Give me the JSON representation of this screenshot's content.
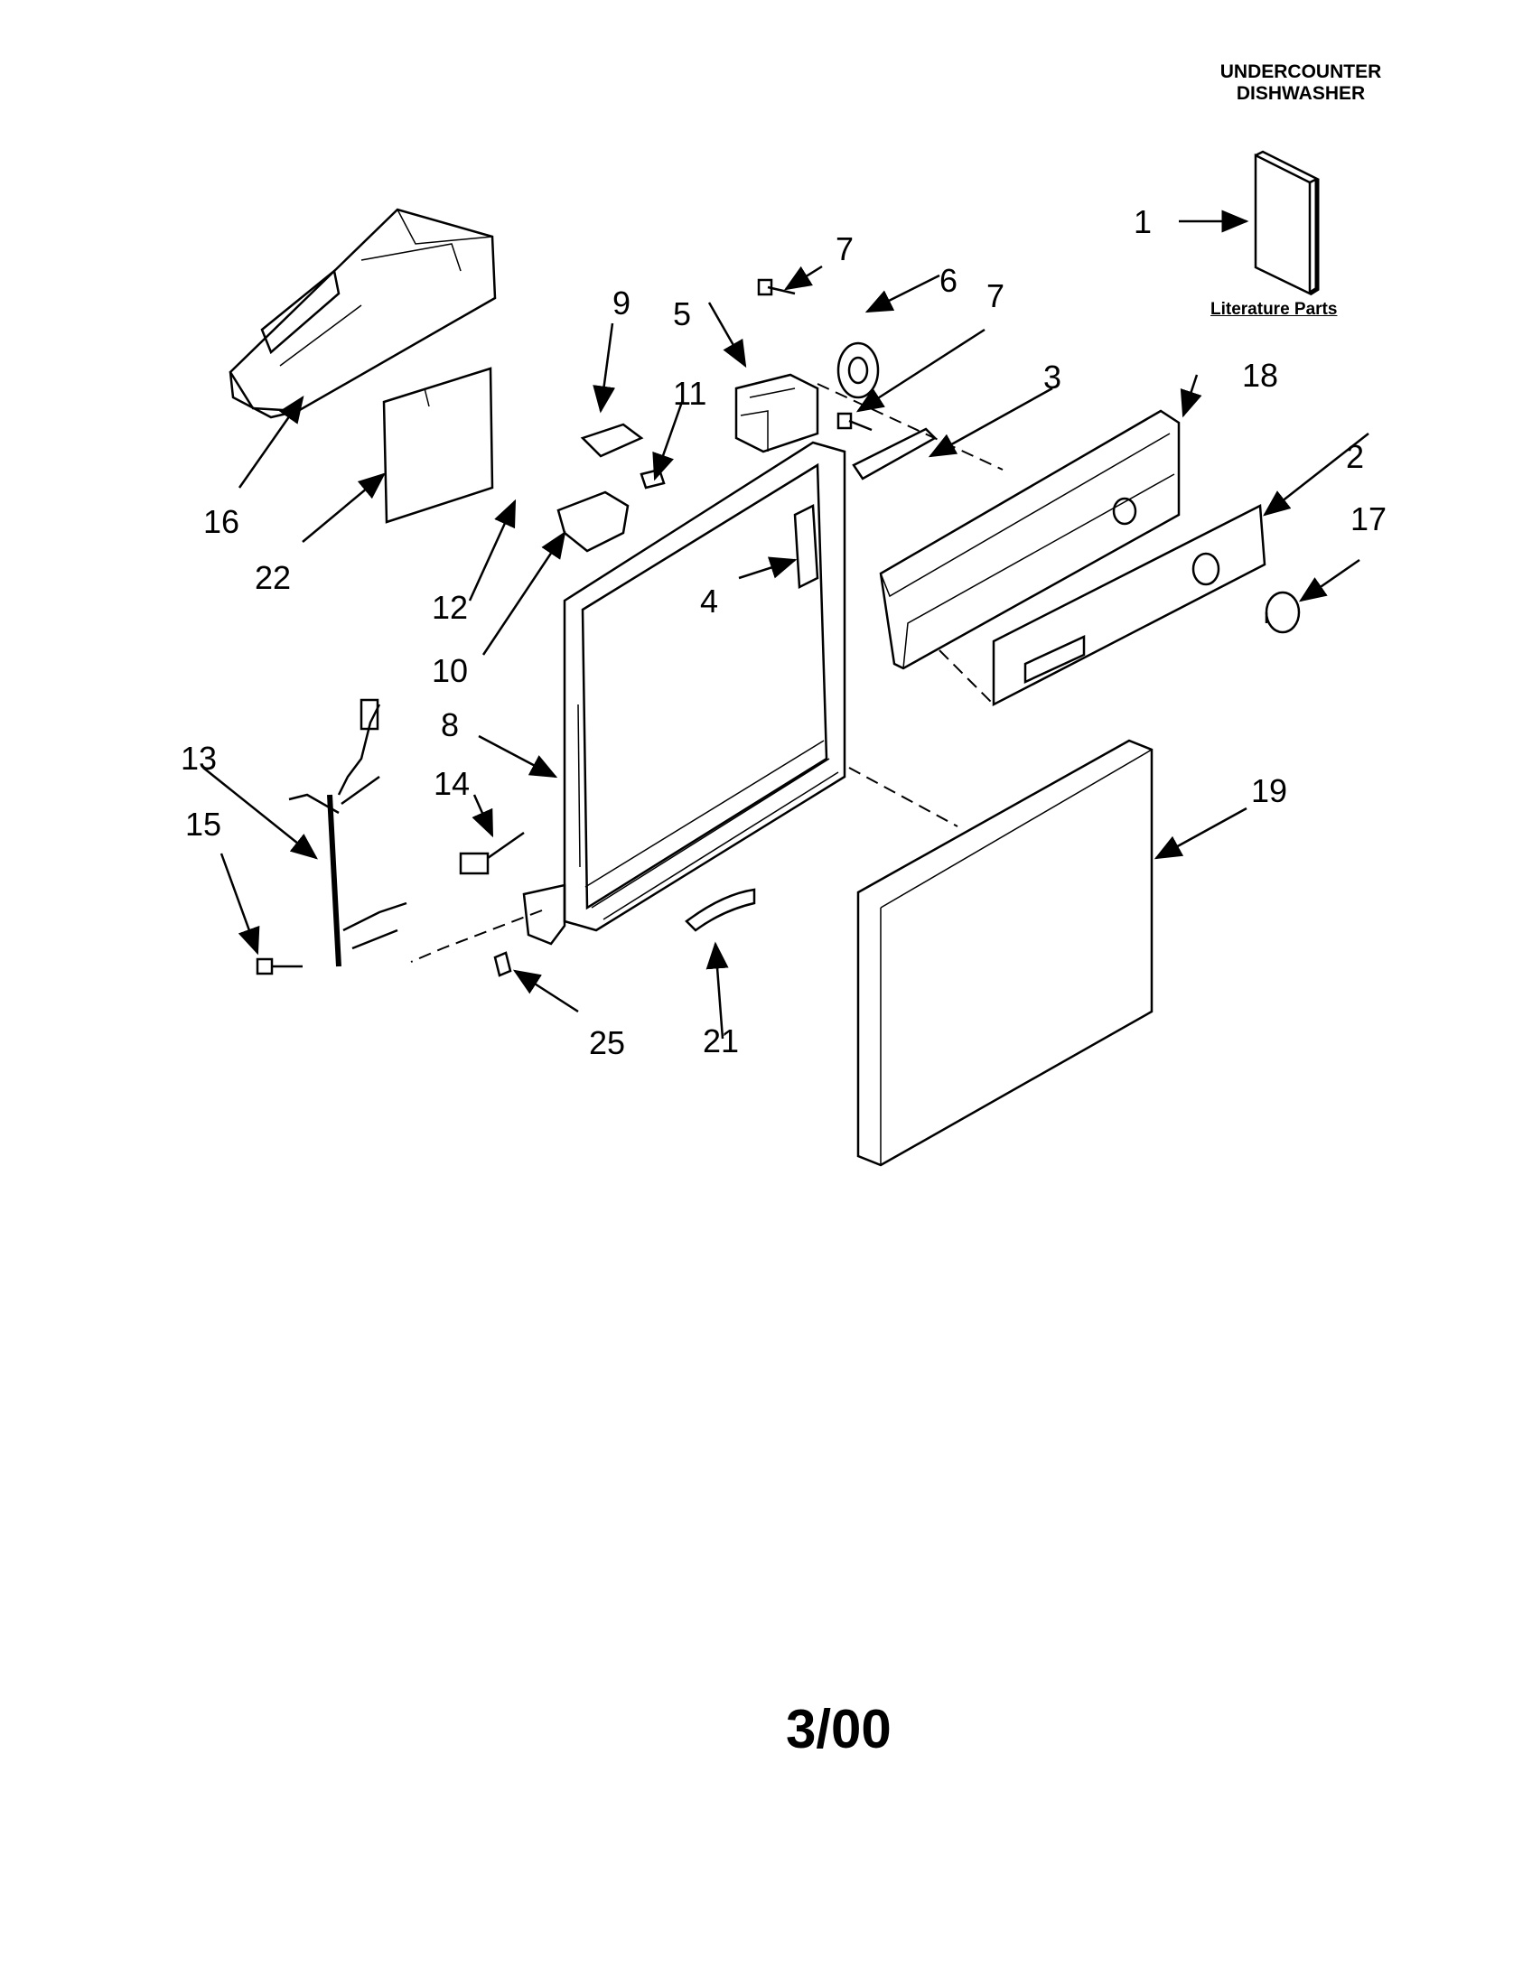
{
  "header": {
    "title_line1": "UNDERCOUNTER",
    "title_line2": "DISHWASHER"
  },
  "literature": {
    "label": "Literature Parts"
  },
  "callouts": [
    {
      "id": "c1",
      "label": "1"
    },
    {
      "id": "c2",
      "label": "2"
    },
    {
      "id": "c3",
      "label": "3"
    },
    {
      "id": "c4",
      "label": "4"
    },
    {
      "id": "c5",
      "label": "5"
    },
    {
      "id": "c6",
      "label": "6"
    },
    {
      "id": "c7a",
      "label": "7"
    },
    {
      "id": "c7b",
      "label": "7"
    },
    {
      "id": "c8",
      "label": "8"
    },
    {
      "id": "c9",
      "label": "9"
    },
    {
      "id": "c10",
      "label": "10"
    },
    {
      "id": "c11",
      "label": "11"
    },
    {
      "id": "c12",
      "label": "12"
    },
    {
      "id": "c13",
      "label": "13"
    },
    {
      "id": "c14",
      "label": "14"
    },
    {
      "id": "c15",
      "label": "15"
    },
    {
      "id": "c16",
      "label": "16"
    },
    {
      "id": "c17",
      "label": "17"
    },
    {
      "id": "c18",
      "label": "18"
    },
    {
      "id": "c19",
      "label": "19"
    },
    {
      "id": "c21",
      "label": "21"
    },
    {
      "id": "c22",
      "label": "22"
    },
    {
      "id": "c25",
      "label": "25"
    }
  ],
  "footer": {
    "date_code": "3/00"
  }
}
